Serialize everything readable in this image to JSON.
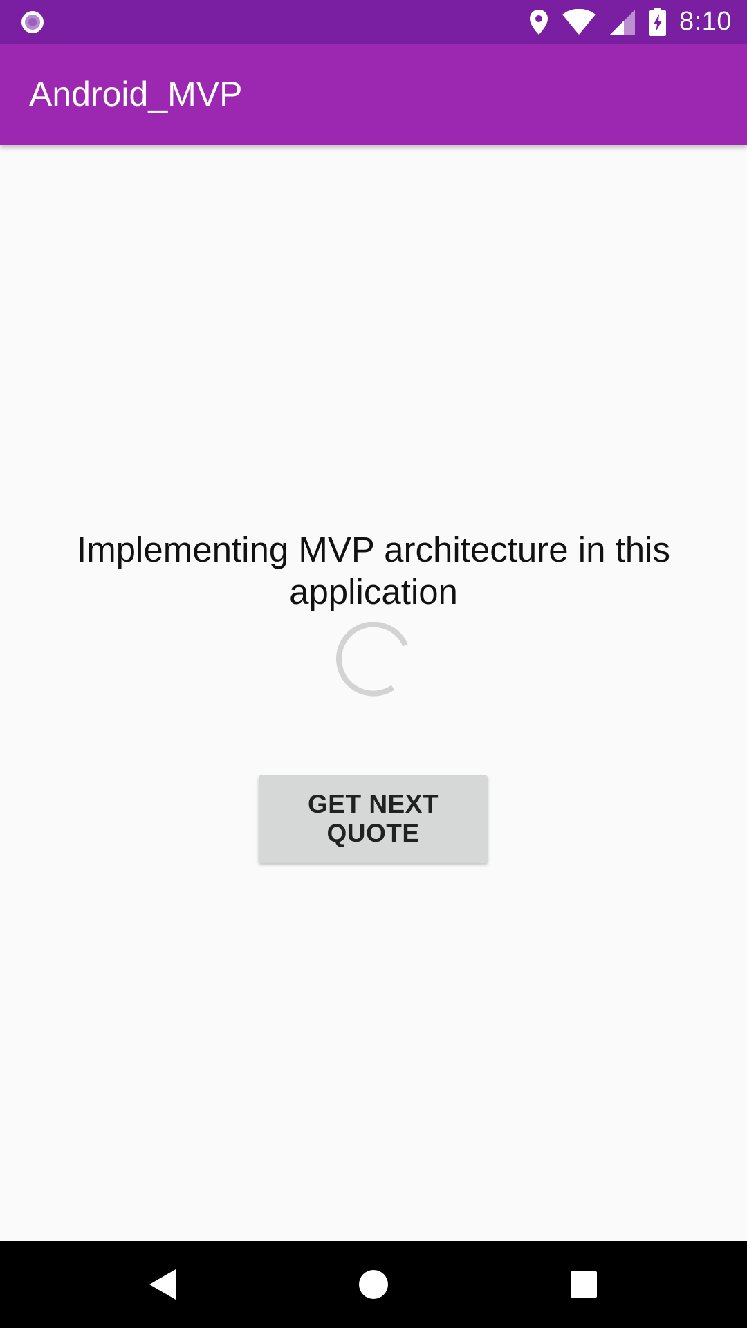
{
  "status_bar": {
    "time": "8:10",
    "icons": [
      "notification-dot-icon",
      "location-icon",
      "wifi-icon",
      "signal-icon",
      "battery-charging-icon"
    ]
  },
  "app_bar": {
    "title": "Android_MVP"
  },
  "main": {
    "quote": "Implementing MVP architecture in this application",
    "button_label": "GET NEXT QUOTE"
  },
  "nav_bar": {
    "icons": [
      "back-icon",
      "home-icon",
      "recents-icon"
    ]
  },
  "colors": {
    "status_bar": "#7b1fa2",
    "app_bar": "#9c27b0",
    "background": "#fafafa",
    "button": "#d6d7d7",
    "spinner": "#d3d3d3",
    "nav_bar": "#000000"
  }
}
